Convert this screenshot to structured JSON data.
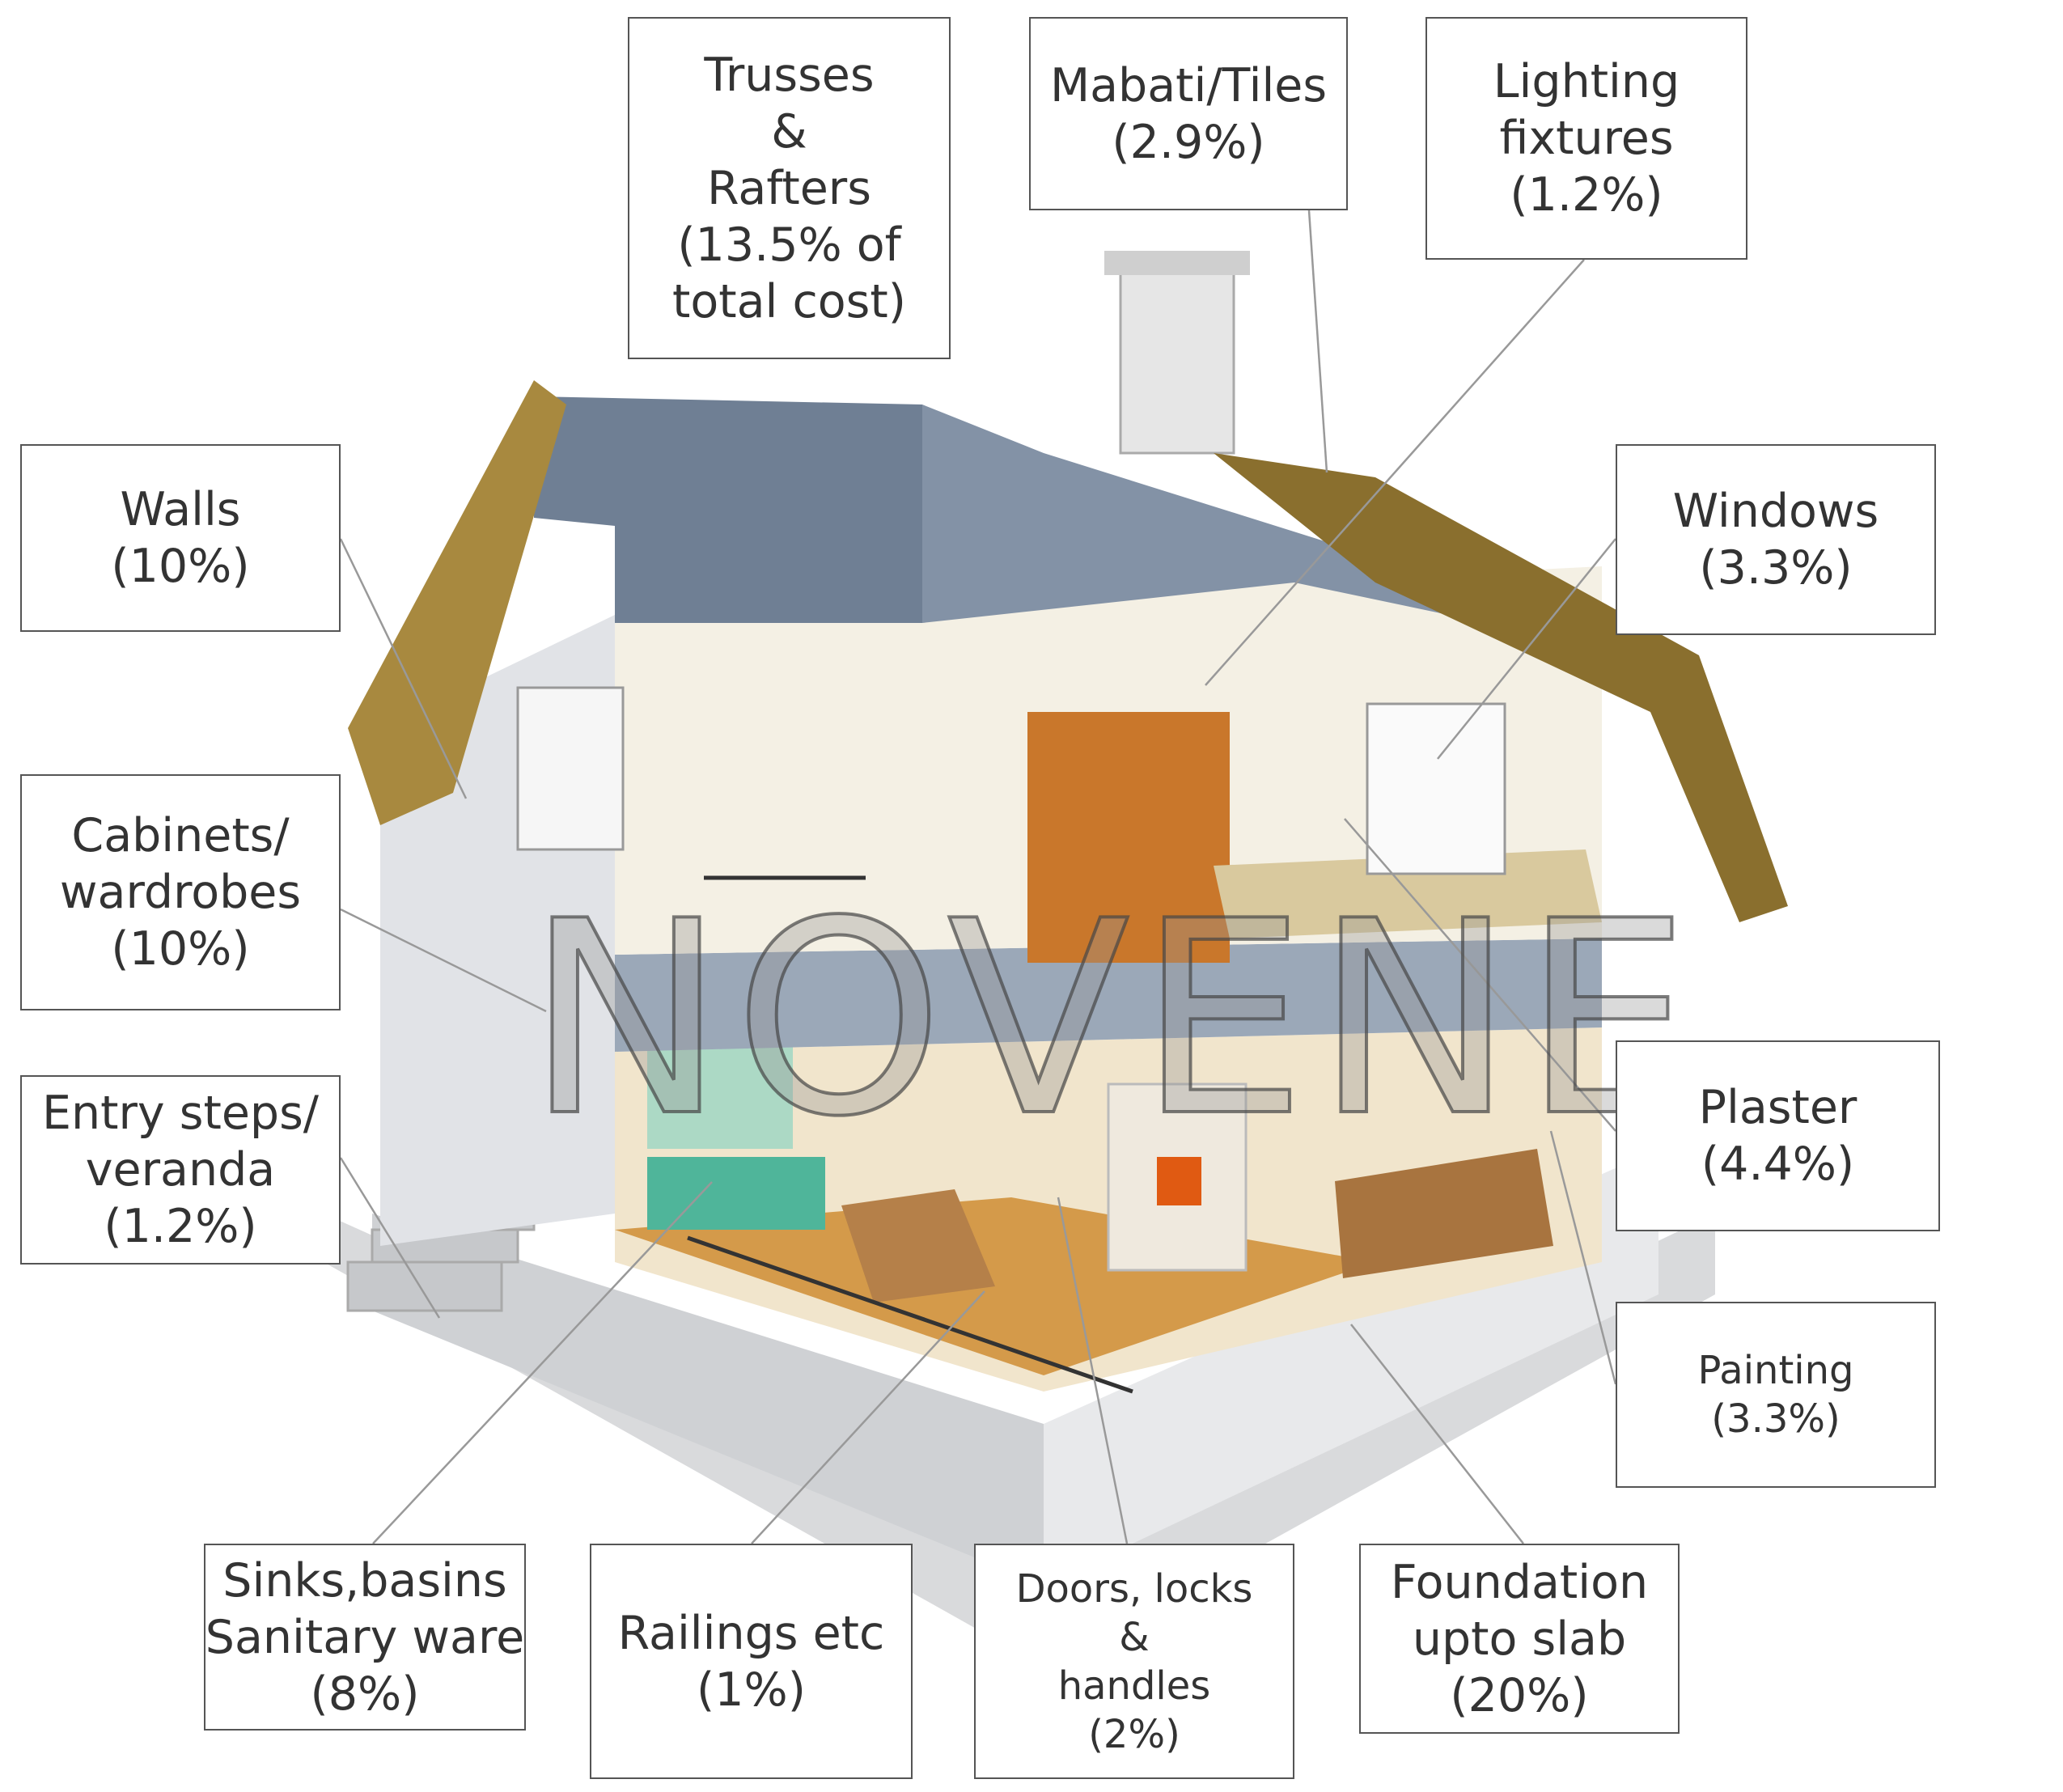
{
  "title": "House construction cost breakdown",
  "watermark": "NOVENE",
  "labels": {
    "trusses": [
      "Trusses",
      "&",
      "Rafters",
      "(13.5% of",
      "total cost)"
    ],
    "mabati": [
      "Mabati/Tiles",
      "(2.9%)"
    ],
    "lighting": [
      "Lighting",
      "fixtures",
      "(1.2%)"
    ],
    "walls": [
      "Walls",
      "(10%)"
    ],
    "windows": [
      "Windows",
      "(3.3%)"
    ],
    "cabinets": [
      "Cabinets/",
      "wardrobes",
      "(10%)"
    ],
    "entry": [
      "Entry steps/",
      "veranda",
      "(1.2%)"
    ],
    "plaster": [
      "Plaster",
      "(4.4%)"
    ],
    "painting": [
      "Painting",
      "(3.3%)"
    ],
    "sinks": [
      "Sinks,basins",
      "Sanitary ware",
      "(8%)"
    ],
    "railings": [
      "Railings etc",
      "(1%)"
    ],
    "doors": [
      "Doors, locks",
      "&",
      "handles",
      "(2%)"
    ],
    "foundation": [
      "Foundation",
      "upto slab",
      "(20%)"
    ]
  },
  "colors": {
    "roof": "#8a6f2e",
    "wall_blue": "#6f7f94",
    "wall_light": "#e4e6ea",
    "wood": "#c27a2a"
  }
}
